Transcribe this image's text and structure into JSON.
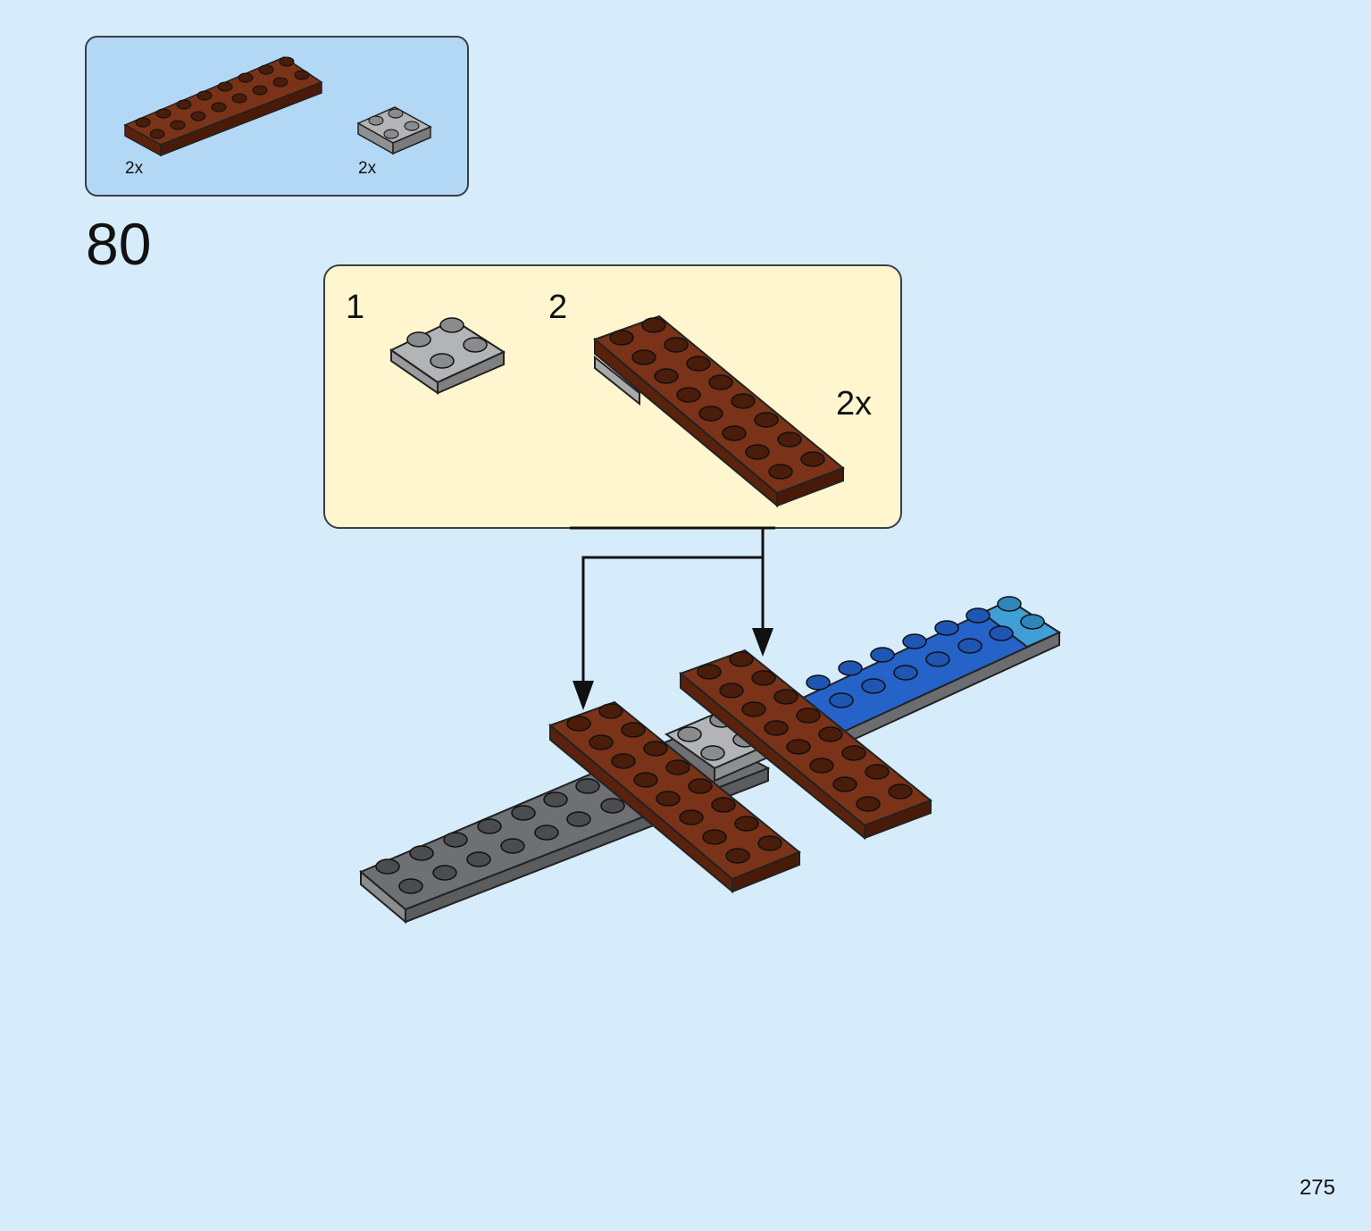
{
  "parts_list": {
    "items": [
      {
        "part": "brown-2x8-plate",
        "color": "#6b2a12",
        "quantity": "2x"
      },
      {
        "part": "light-gray-2x2-plate",
        "color": "#a8a9ab",
        "quantity": "2x"
      }
    ]
  },
  "step": {
    "number": "80"
  },
  "sub_assembly": {
    "steps": [
      {
        "label": "1",
        "part": "light-gray-2x2-plate"
      },
      {
        "label": "2",
        "part": "brown-2x8-plate"
      }
    ],
    "multiplier": "2x"
  },
  "colors": {
    "background": "#d6ecfb",
    "parts_box": "#b3d8f5",
    "sub_box": "#fff6cf",
    "brown": "#6b2a12",
    "dark_gray": "#5e6062",
    "light_gray": "#a8a9ab",
    "blue": "#1f5fc2",
    "medium_azure": "#3f9fd6"
  },
  "page": {
    "number": "275"
  }
}
